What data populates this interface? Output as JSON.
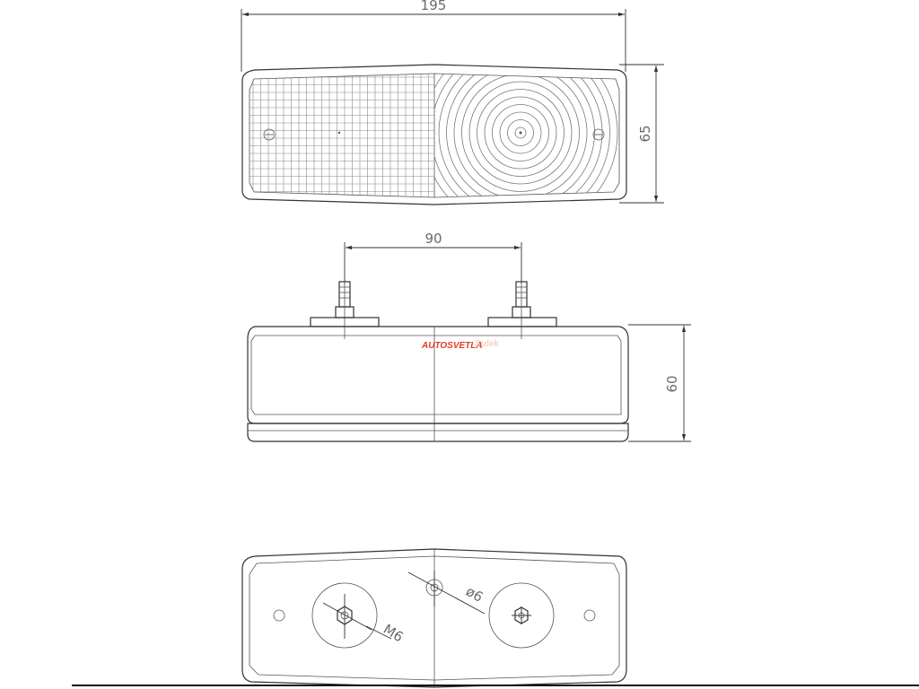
{
  "dimensions": {
    "top_width": "195",
    "top_height": "65",
    "stud_spacing": "90",
    "side_height": "60",
    "stud_thread": "M6",
    "hole_dia": "ø6"
  },
  "watermark": {
    "part1": "AUTOSVETLA",
    "part2": "Sulek"
  },
  "colors": {
    "line": "#333333",
    "dimension_text": "#6a6a6a",
    "watermark_red": "#e03b24"
  }
}
